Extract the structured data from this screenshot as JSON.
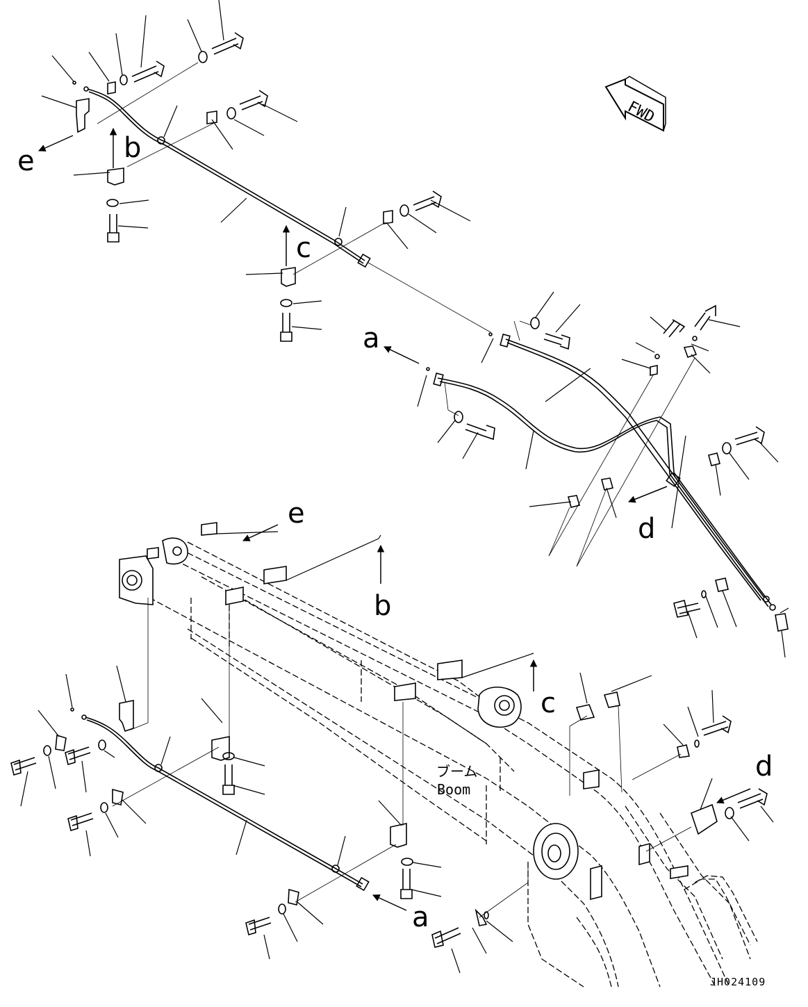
{
  "labels": {
    "a": "a",
    "b": "b",
    "c": "c",
    "d": "d",
    "e": "e"
  },
  "direction_marker": "FWD",
  "boom": {
    "japanese": "ブーム",
    "english": "Boom"
  },
  "drawing_code": "JH024109"
}
